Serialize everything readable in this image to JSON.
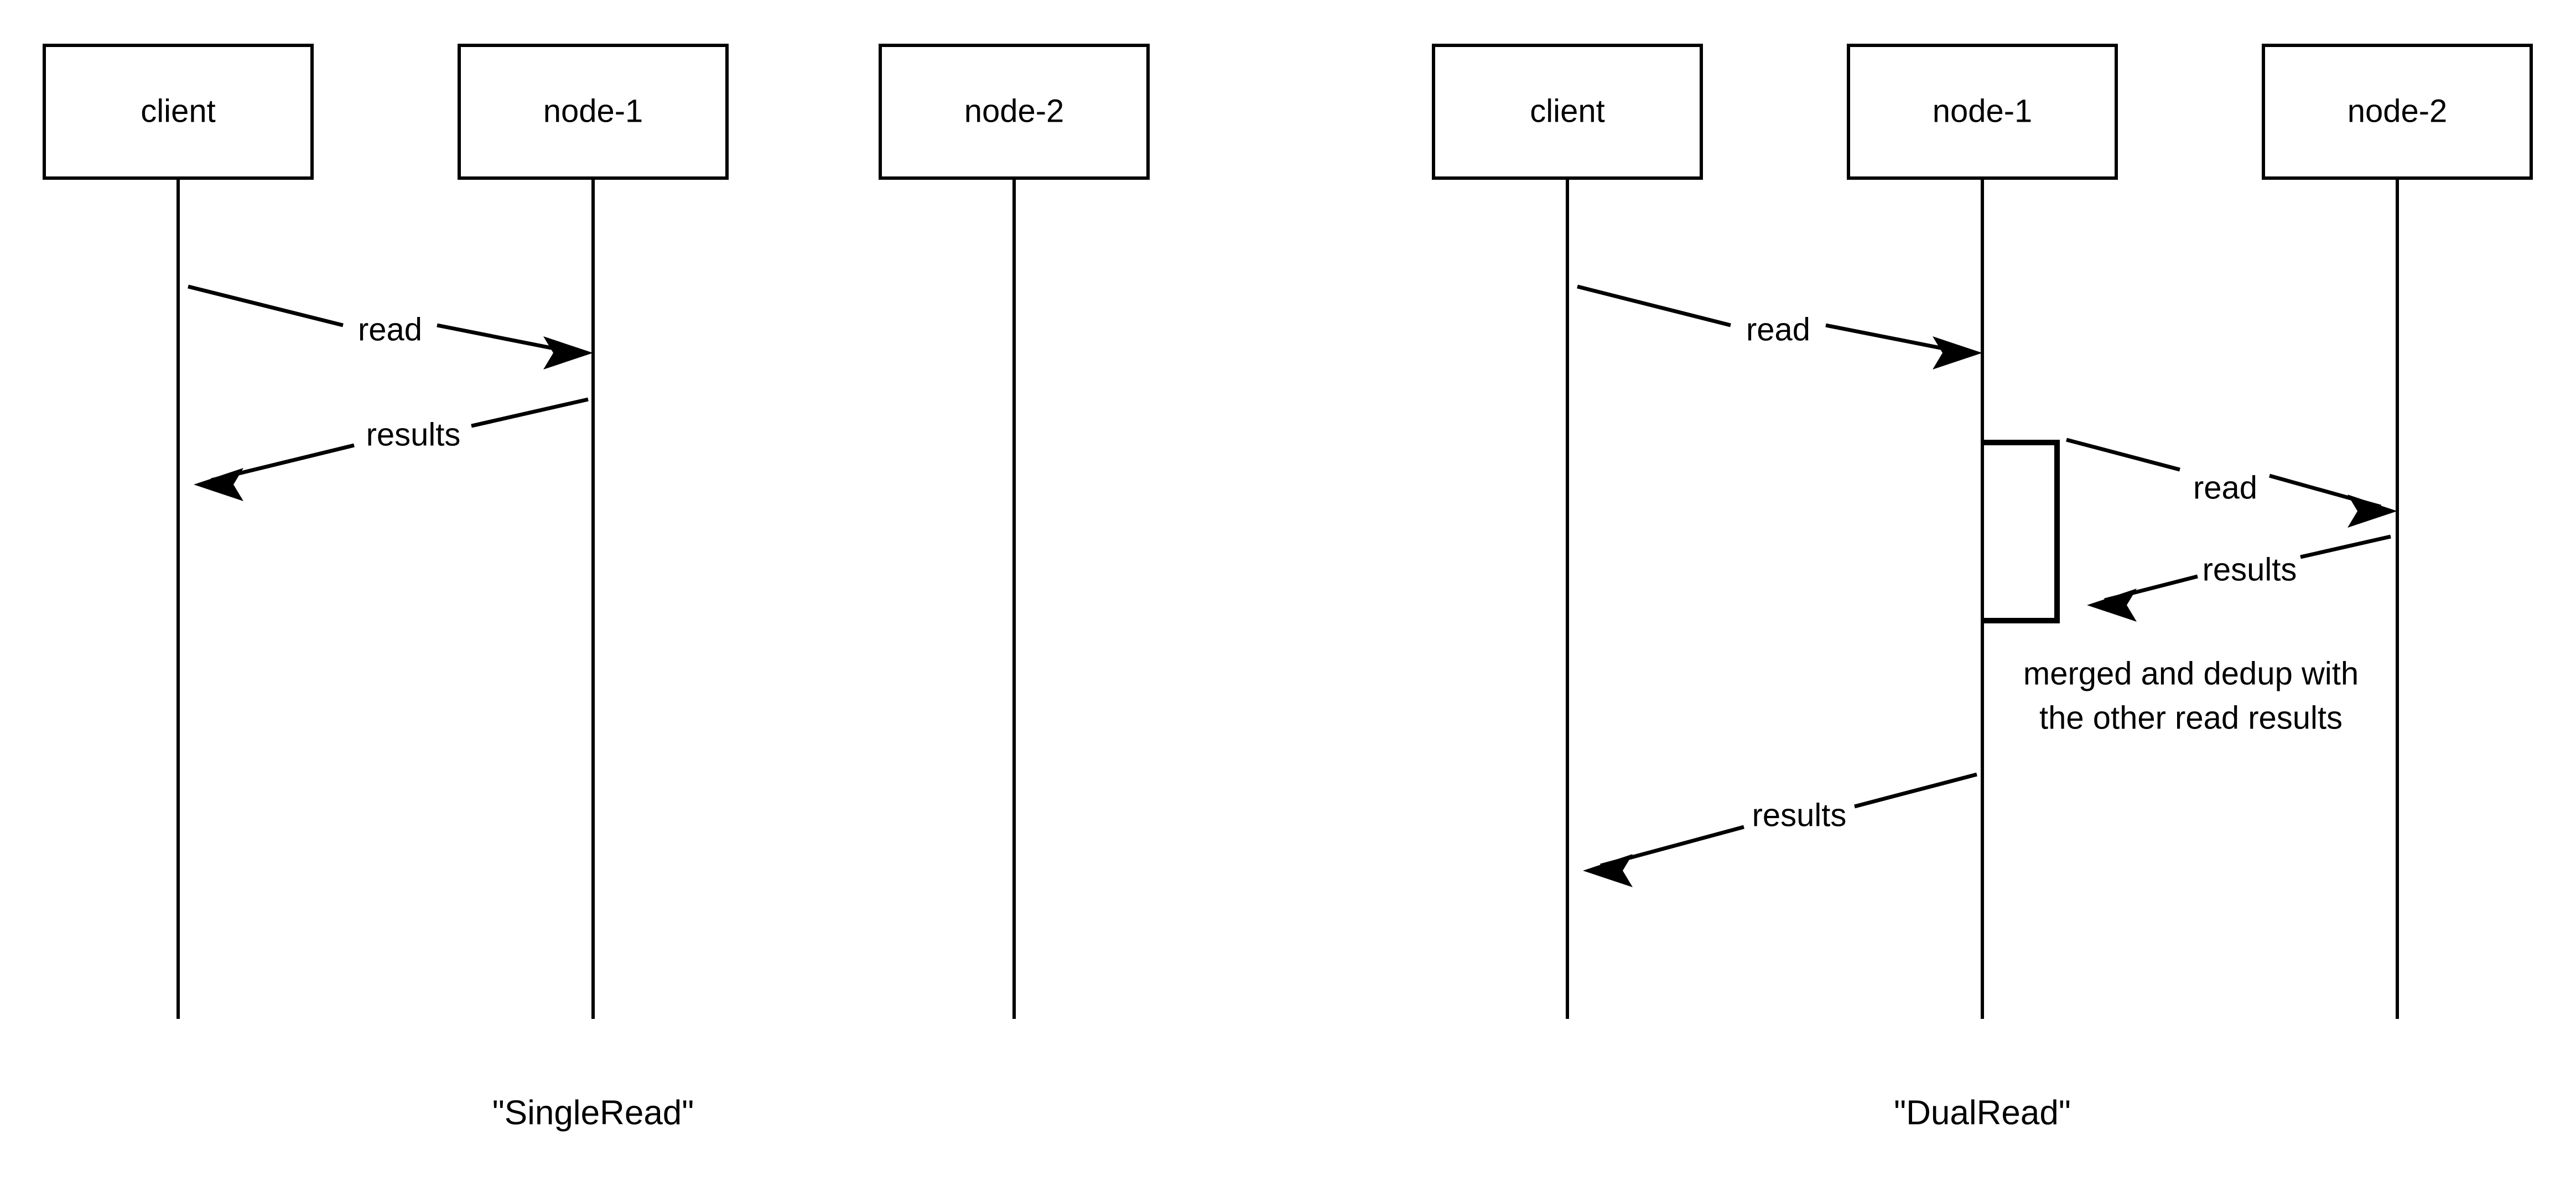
{
  "diagram": {
    "type": "uml-sequence-diagram",
    "background_color": "#ffffff",
    "line_color": "#000000",
    "panels": [
      {
        "id": "single-read",
        "caption": "\"SingleRead\"",
        "participants": [
          {
            "id": "client",
            "label": "client"
          },
          {
            "id": "node-1",
            "label": "node-1"
          },
          {
            "id": "node-2",
            "label": "node-2"
          }
        ],
        "messages": [
          {
            "id": "m1",
            "label": "read",
            "from": "client",
            "to": "node-1",
            "direction": "right"
          },
          {
            "id": "m2",
            "label": "results",
            "from": "node-1",
            "to": "client",
            "direction": "left"
          }
        ],
        "notes": [],
        "activations": []
      },
      {
        "id": "dual-read",
        "caption": "\"DualRead\"",
        "participants": [
          {
            "id": "client",
            "label": "client"
          },
          {
            "id": "node-1",
            "label": "node-1"
          },
          {
            "id": "node-2",
            "label": "node-2"
          }
        ],
        "messages": [
          {
            "id": "m1",
            "label": "read",
            "from": "client",
            "to": "node-1",
            "direction": "right"
          },
          {
            "id": "m2",
            "label": "read",
            "from": "node-1",
            "to": "node-2",
            "direction": "right"
          },
          {
            "id": "m3",
            "label": "results",
            "from": "node-2",
            "to": "node-1",
            "direction": "left"
          },
          {
            "id": "m4",
            "label": "results",
            "from": "node-1",
            "to": "client",
            "direction": "left"
          }
        ],
        "notes": [
          {
            "id": "merge-note",
            "on": "node-1",
            "lines": [
              "merged and dedup with",
              "the other read results"
            ]
          }
        ],
        "activations": [
          {
            "id": "node-1-activation",
            "on": "node-1"
          }
        ]
      }
    ]
  }
}
